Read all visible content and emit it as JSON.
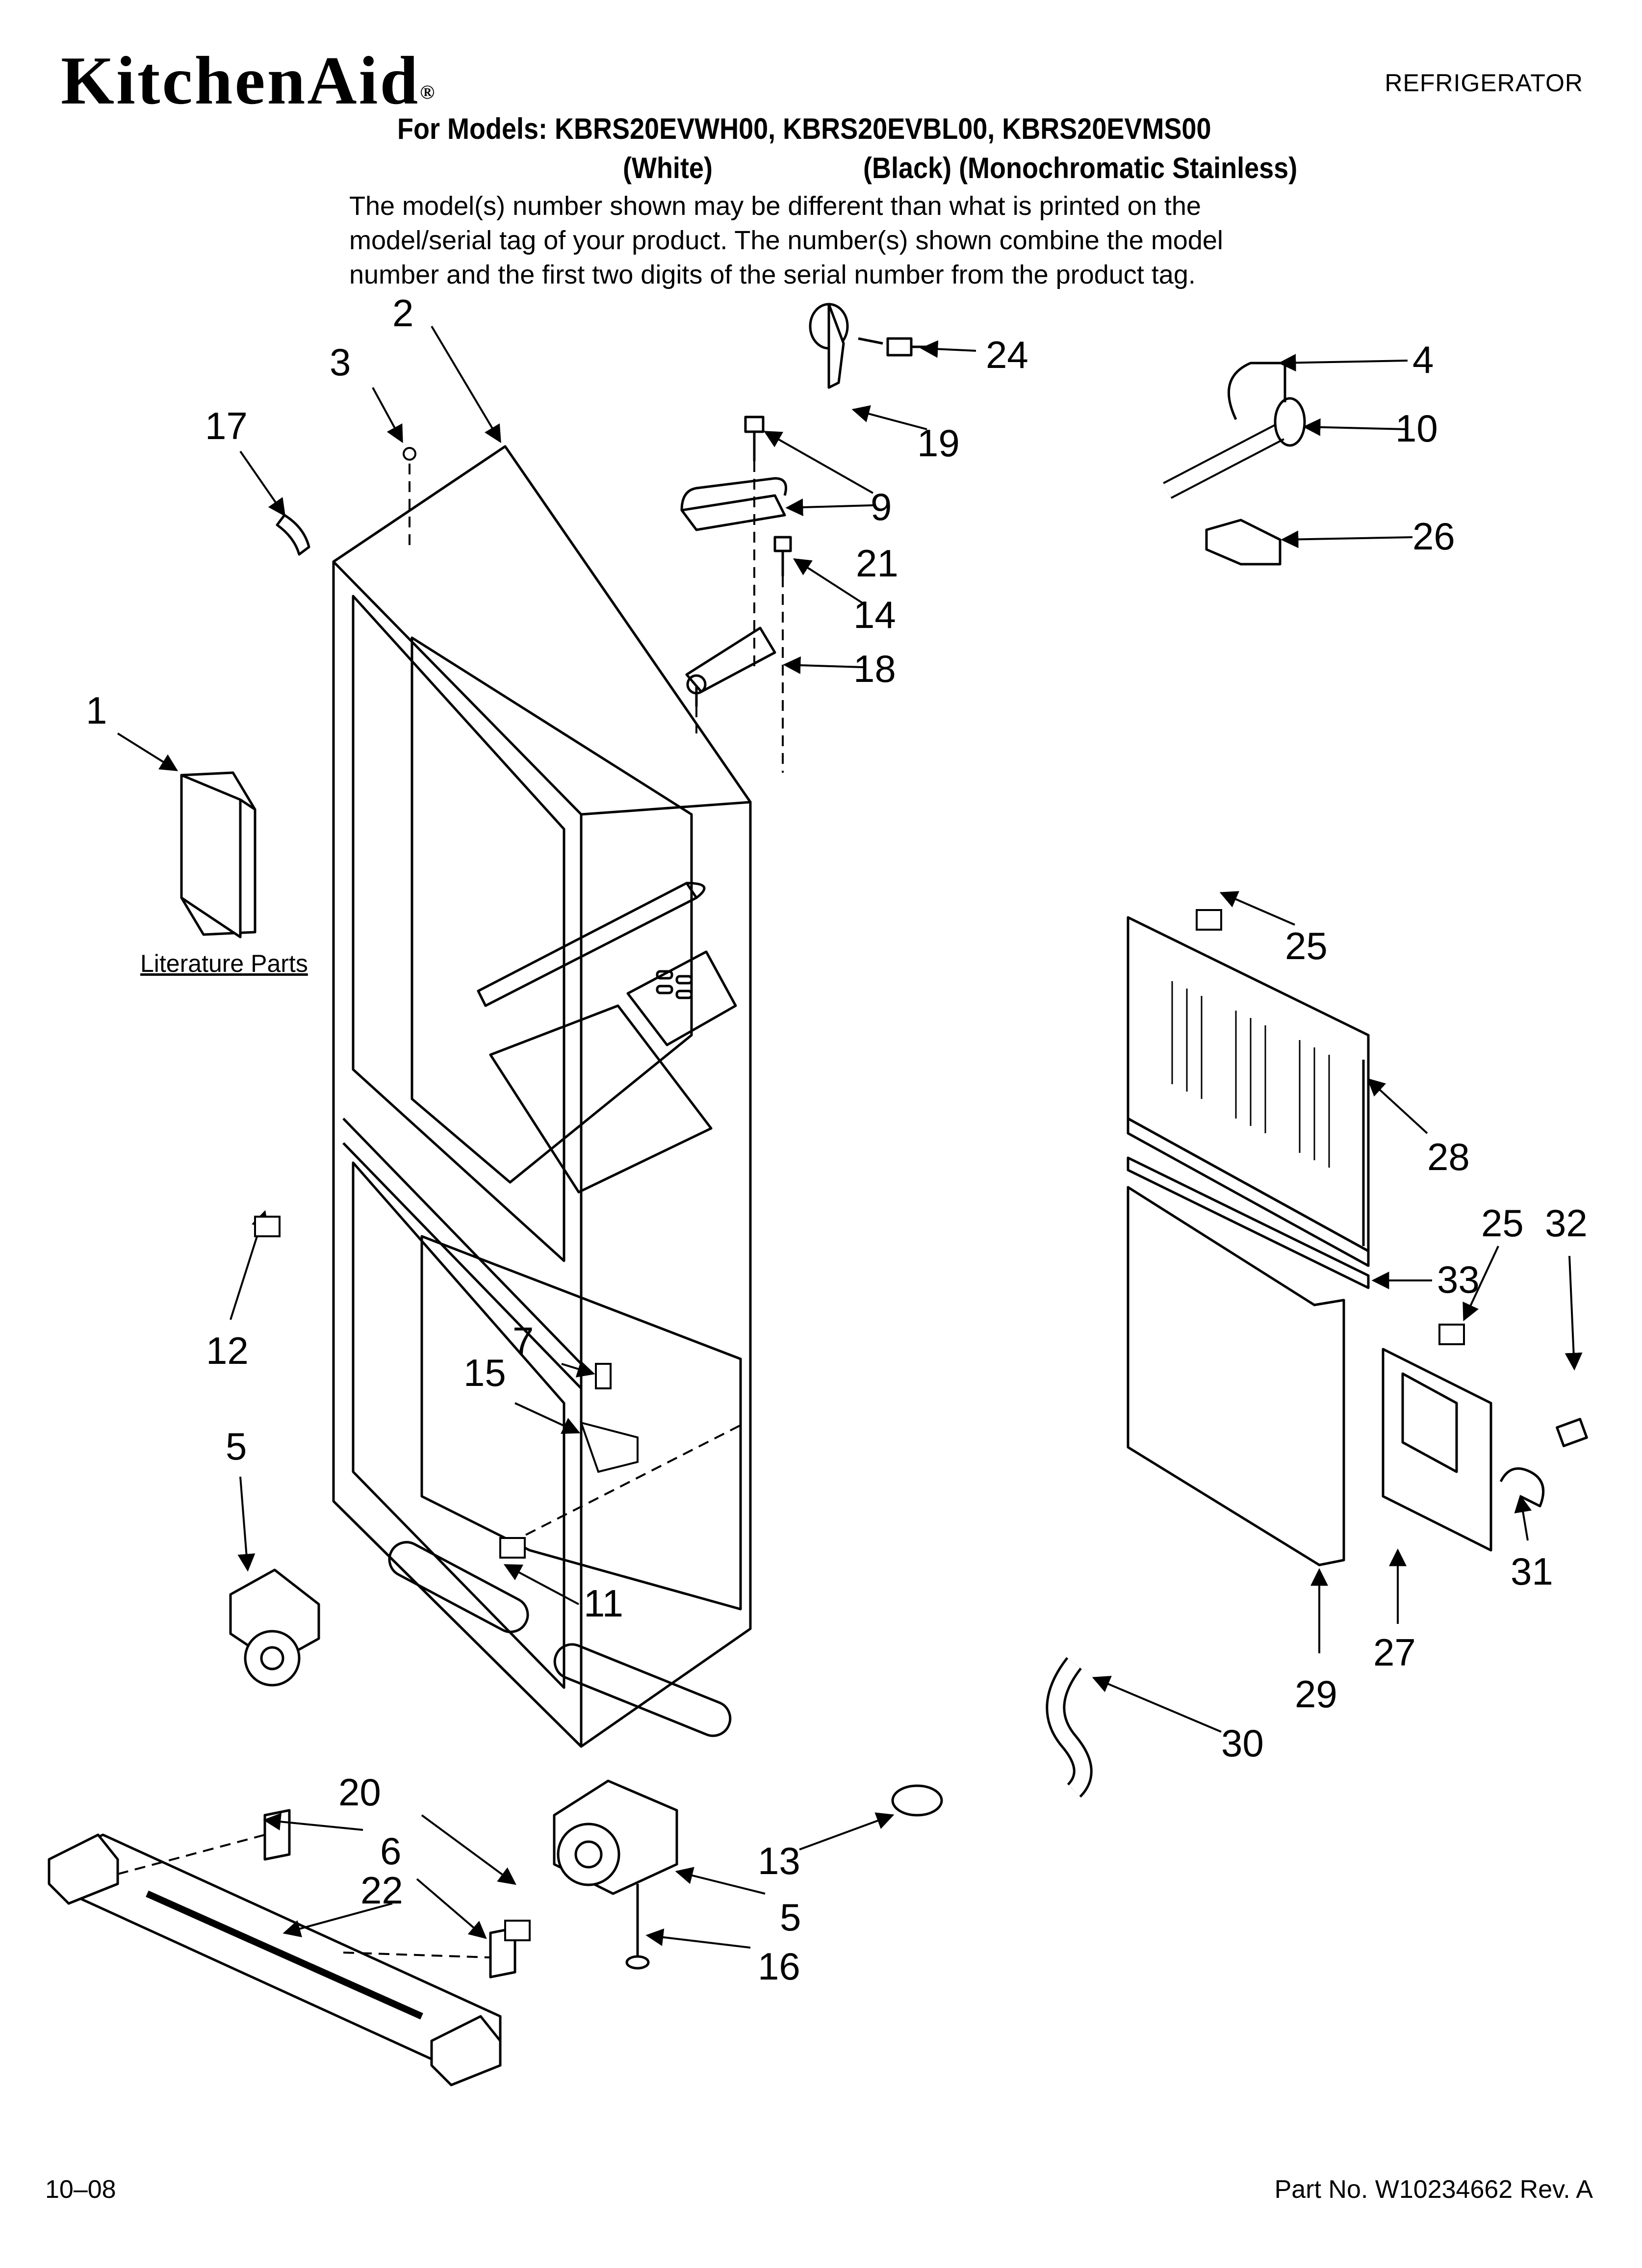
{
  "header": {
    "brand": "KitchenAid",
    "brand_mark": "®",
    "doc_type": "REFRIGERATOR",
    "models_line": "For Models: KBRS20EVWH00, KBRS20EVBL00, KBRS20EVMS00",
    "variant_white": "(White)",
    "variant_black_stainless": "(Black) (Monochromatic Stainless)",
    "intro_lines": [
      "The model(s) number shown may be different than what is printed on the",
      "model/serial tag of your product. The number(s) shown combine the model",
      "number and the first two digits of the serial number from the product tag."
    ]
  },
  "diagram": {
    "literature_label": "Literature Parts",
    "callouts": [
      "1",
      "2",
      "3",
      "4",
      "5",
      "5",
      "6",
      "7",
      "9",
      "10",
      "11",
      "12",
      "13",
      "14",
      "15",
      "16",
      "17",
      "18",
      "19",
      "20",
      "21",
      "22",
      "24",
      "25",
      "25",
      "26",
      "27",
      "28",
      "29",
      "30",
      "31",
      "32",
      "33"
    ]
  },
  "footer": {
    "date": "10–08",
    "part_no": "Part No. W10234662 Rev. A"
  }
}
